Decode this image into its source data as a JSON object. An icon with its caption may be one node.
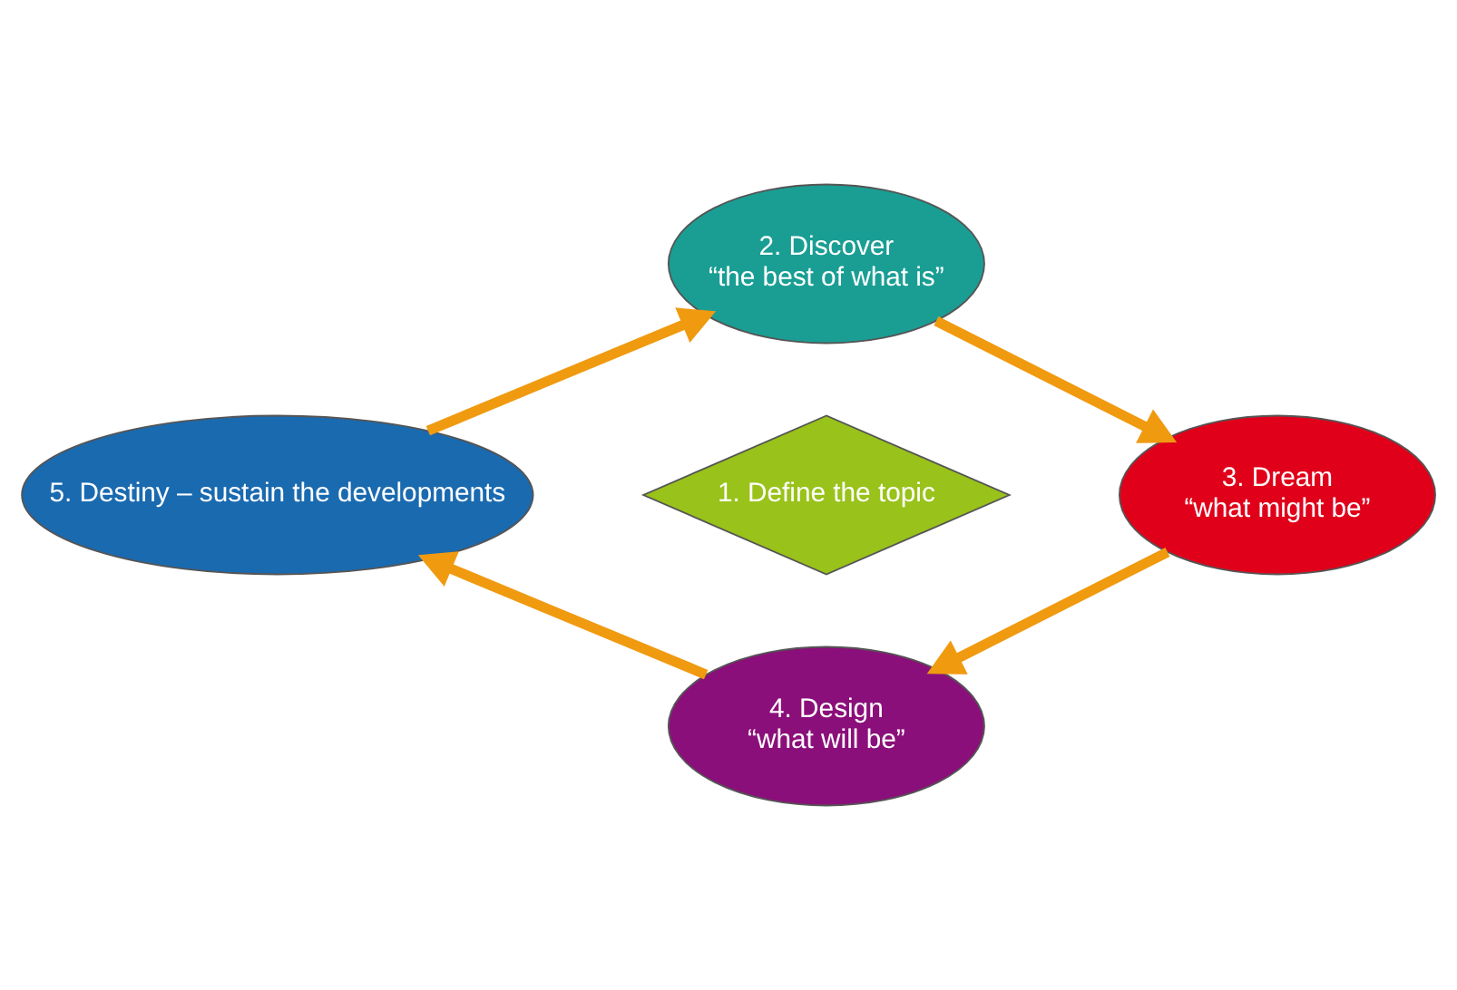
{
  "diagram": {
    "nodes": [
      {
        "text": [
          "2. Discover",
          "“the best of what is”"
        ]
      },
      {
        "text": [
          "5. Destiny – sustain the developments"
        ]
      },
      {
        "text": [
          "1. Define the topic"
        ]
      },
      {
        "text": [
          "3. Dream",
          "“what might be”"
        ]
      },
      {
        "text": [
          "4. Design",
          "“what will be”"
        ]
      }
    ],
    "edges": [
      {
        "from": 1,
        "to": 0,
        "arrow": "to"
      },
      {
        "from": 0,
        "to": 3,
        "arrow": "to"
      },
      {
        "from": 3,
        "to": 4,
        "arrow": "to"
      },
      {
        "from": 4,
        "to": 1,
        "arrow": "to"
      }
    ]
  }
}
